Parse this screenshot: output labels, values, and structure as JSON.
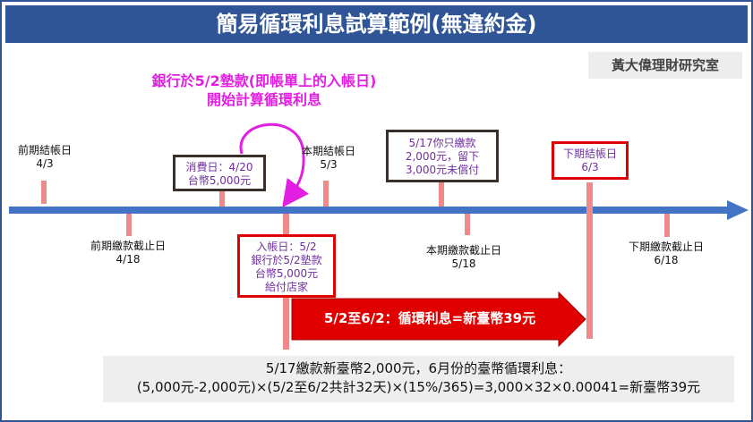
{
  "title": "簡易循環利息試算範例(無違約金)",
  "credit": "黃大偉理財研究室",
  "note": [
    "銀行於5/2墊款(即帳單上的入帳日)",
    "開始計算循環利息"
  ],
  "top_labels": {
    "prev_statement": [
      "前期結帳日",
      "4/3"
    ],
    "current_statement": [
      "本期結帳日",
      "5/3"
    ]
  },
  "bottom_labels": {
    "prev_due": [
      "前期繳款截止日",
      "4/18"
    ],
    "current_due": [
      "本期繳款截止日",
      "5/18"
    ],
    "next_due": [
      "下期繳款截止日",
      "6/18"
    ]
  },
  "boxes": {
    "consumption": [
      "消費日：4/20",
      "台幣5,000元"
    ],
    "payment": [
      "5/17你只繳款",
      "2,000元，留下",
      "3,000元未償付"
    ],
    "next_statement": [
      "下期結帳日",
      "6/3"
    ],
    "posting": [
      "入帳日：5/2",
      "銀行於5/2墊款",
      "台幣5,000元",
      "給付店家"
    ]
  },
  "interest_arrow": "5/2至6/2：循環利息=新臺幣39元",
  "formula": [
    "5/17繳款新臺幣2,000元，6月份的臺幣循環利息：",
    "(5,000元-2,000元)×(5/2至6/2共計32天)×(15%/365)=3,000×32×0.00041=新臺幣39元"
  ],
  "colors": {
    "timeline": "#4472c4",
    "tick": "#f08a8a",
    "magenta": "#e31ee3",
    "red": "#e00000",
    "purple_text": "#7030a0",
    "title_bg": "#2f5597"
  }
}
